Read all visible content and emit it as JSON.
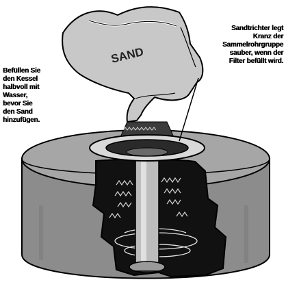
{
  "labels": {
    "left_note": "Befüllen Sie\nden Kessel\nhalbvoll mit\nWasser,\nbevor Sie\nden Sand\nhinzufügen.",
    "right_note": "Sandtrichter legt\nKranz der\nSammelrohrgruppe\nsauber, wenn der\nFilter befüllt wird.",
    "bag_label": "SAND"
  },
  "colors": {
    "outline": "#000000",
    "bag_fill": "#c8c8c8",
    "tank_fill": "#8c8c8c",
    "water_dark": "#111111",
    "pipe_fill": "#bdbdbd"
  },
  "icons": {
    "sand_bag": "sand-bag-icon",
    "funnel": "funnel-icon",
    "filter_tank": "filter-tank-icon"
  }
}
